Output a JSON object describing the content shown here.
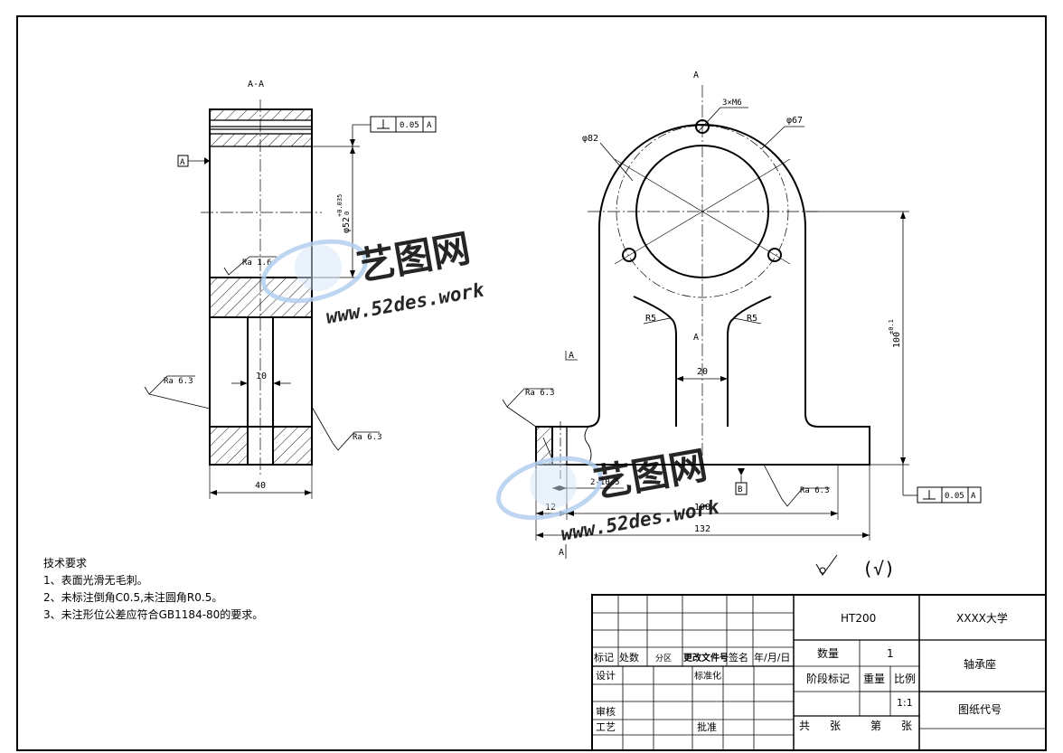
{
  "section_view": {
    "title": "A-A",
    "datum_a": "A",
    "dia52": "φ52",
    "tol52": "+0.035",
    "tol52_low": "0",
    "ra16": "Ra 1.6",
    "ra63_left": "Ra 6.3",
    "ra63_right": "Ra 6.3",
    "dim10": "10",
    "dim40": "40",
    "perp_tol": "0.05",
    "perp_datum": "A"
  },
  "front_view": {
    "cut_top": "A",
    "cut_mid": "A",
    "cut_left": "A",
    "cut_bottom": "A",
    "holes": "3×M6",
    "dia67": "φ67",
    "dia82": "φ82",
    "r5_left": "R5",
    "r5_right": "R5",
    "dim20": "20",
    "height": "100",
    "height_tol": "±0.1",
    "ra63_left": "Ra 6.3",
    "ra63_right": "Ra 6.3",
    "slot": "2-10.5",
    "dim12": "12",
    "dim108": "108",
    "dim132": "132",
    "datum_b": "B",
    "perp_tol": "0.05",
    "perp_datum": "A"
  },
  "general_roughness": "(√)",
  "watermark": {
    "brand": "艺图网",
    "url": "www.52des.work"
  },
  "requirements": {
    "title": "技术要求",
    "items": [
      "1、表面光滑无毛刺。",
      "2、未标注倒角C0.5,未注圆角R0.5。",
      "3、未注形位公差应符合GB1184-80的要求。"
    ]
  },
  "title_block": {
    "material": "HT200",
    "school": "XXXX大学",
    "part_name": "轴承座",
    "drawing_code": "图纸代号",
    "qty_label": "数量",
    "qty_value": "1",
    "stage_label": "阶段标记",
    "weight_label": "重量",
    "scale_label": "比例",
    "scale_value": "1:1",
    "total_label": "共",
    "sheets_label": "张",
    "sheet_no_label": "第",
    "sheet_no_unit": "张",
    "header_mark": "标记",
    "header_count": "处数",
    "header_zone": "分区",
    "header_doc": "更改文件号",
    "header_sign": "签名",
    "header_date": "年/月/日",
    "design": "设计",
    "standard": "标准化",
    "review": "审核",
    "process": "工艺",
    "approve": "批准"
  }
}
